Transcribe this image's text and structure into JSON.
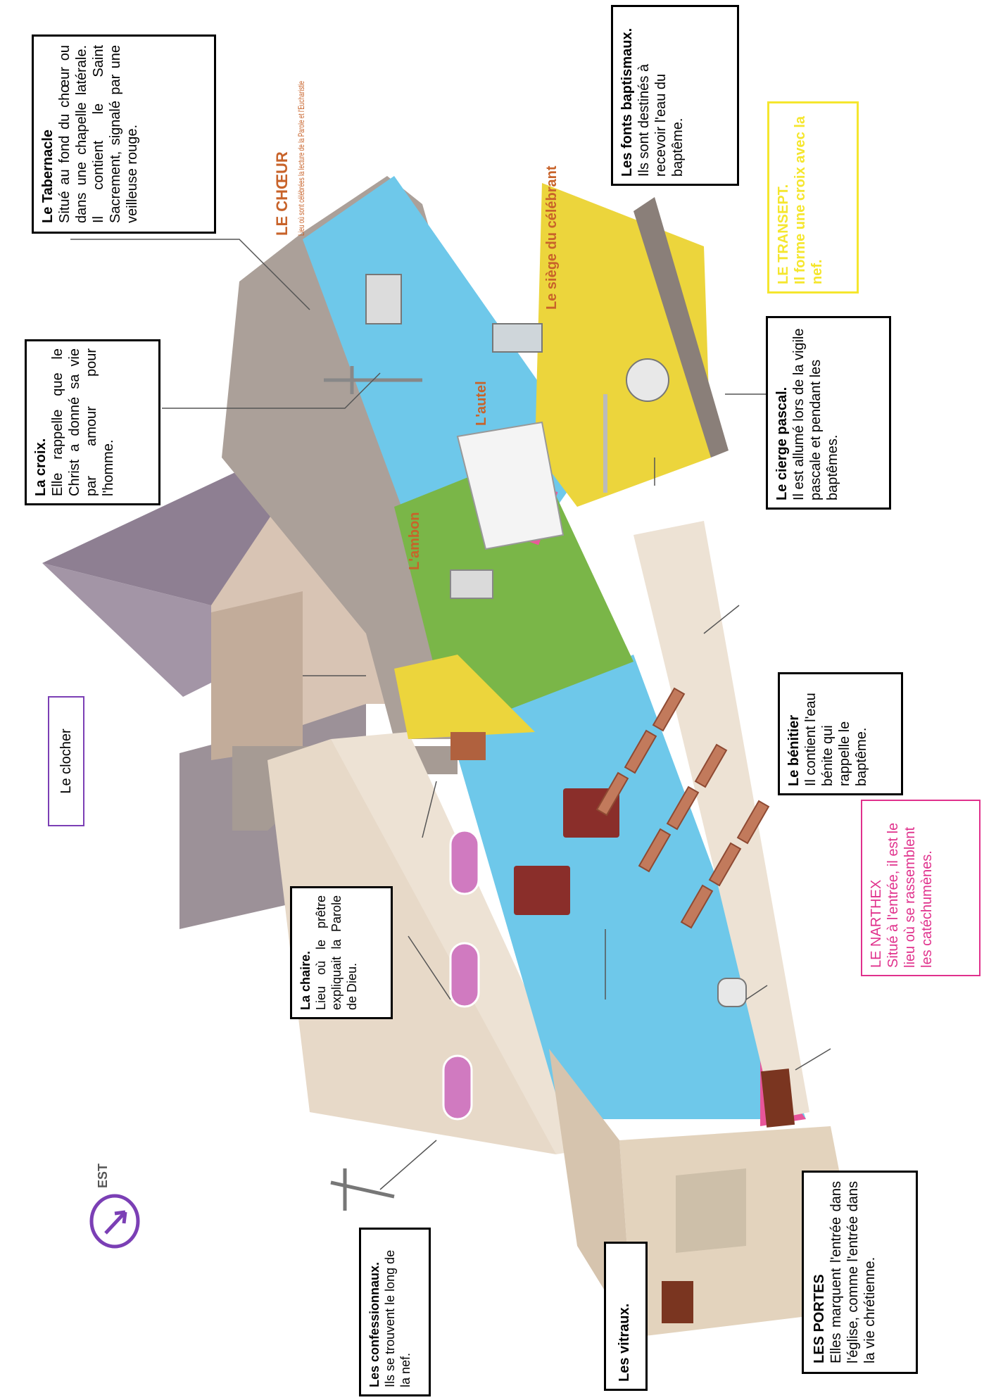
{
  "compass": {
    "label": "EST"
  },
  "diagram_labels": {
    "choeur_title": "LE CHŒUR",
    "choeur_subtitle": "Lieu où sont célébrées la lecture de la Parole et l'Eucharistie",
    "siege": "Le siège du célébrant",
    "autel": "L'autel",
    "ambon": "L'ambon"
  },
  "callouts": {
    "tabernacle": {
      "title": "Le Tabernacle",
      "body": "Situé au fond du chœur ou dans une chapelle latérale. Il contient le Saint Sacrement, signalé par une veilleuse rouge."
    },
    "fonts": {
      "title": "Les fonts baptismaux.",
      "body": "Ils sont destinés à recevoir l'eau du baptême."
    },
    "transept": {
      "title": "LE TRANSEPT.",
      "body": "Il forme une croix avec la nef."
    },
    "croix": {
      "title": "La croix.",
      "body": "Elle rappelle que le Christ a donné sa vie par amour pour l'homme."
    },
    "cierge": {
      "title": "Le cierge pascal.",
      "body": "Il est allumé lors de la vigile pascale et pendant les baptêmes."
    },
    "clocher": {
      "title": "Le clocher"
    },
    "benitier": {
      "title": "Le bénitier",
      "body": "Il contient l'eau bénite qui rappelle le baptême."
    },
    "narthex": {
      "title": "LE NARTHEX",
      "body": "Situé à l'entrée, il est le lieu où se rassemblent les catéchumènes."
    },
    "chaire": {
      "title": "La chaire.",
      "body": "Lieu où le prêtre expliquait la Parole de Dieu."
    },
    "confessionnaux": {
      "title": "Les confessionnaux.",
      "body": "Ils se trouvent le long de la nef."
    },
    "vitraux": {
      "title": "Les vitraux."
    },
    "portes": {
      "title": "LES PORTES",
      "body": "Elles marquent l'entrée dans l'église, comme l'entrée dans la vie chrétienne."
    }
  },
  "colors": {
    "transept": "#f0d23a",
    "narthex": "#e0318c",
    "clocher_border": "#7b3fb5",
    "floor_blue": "#6ec8ea",
    "floor_green": "#7ab648",
    "floor_yellow": "#ecd53c",
    "label_orange": "#c8632a"
  }
}
